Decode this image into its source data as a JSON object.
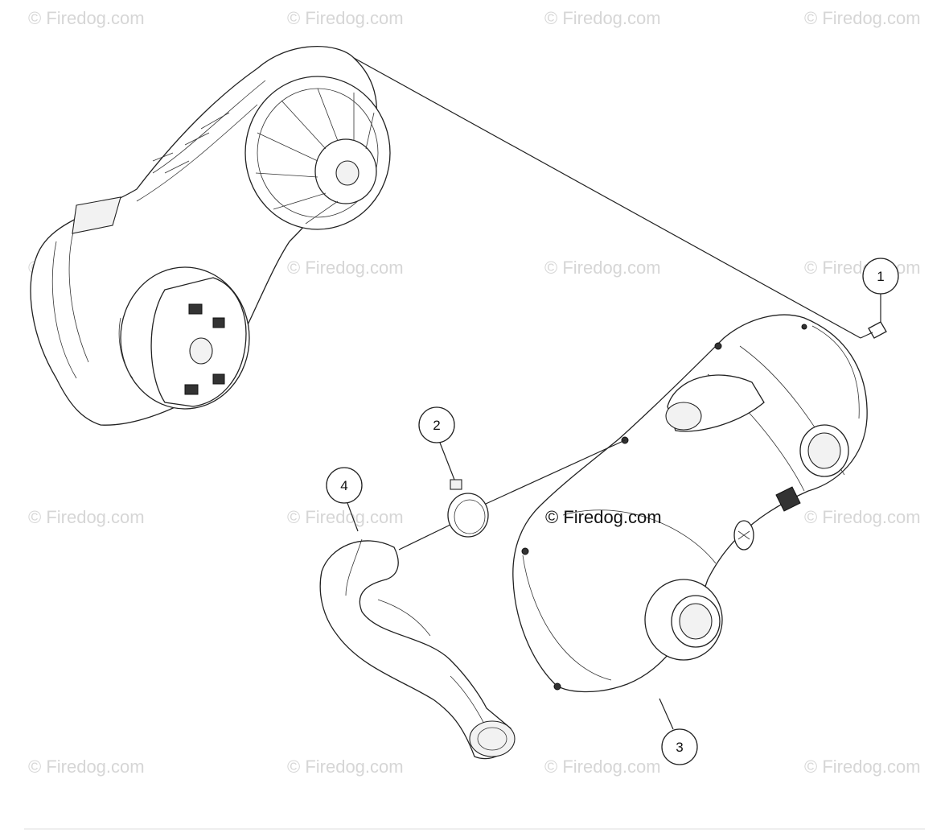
{
  "watermarks": {
    "text": "© Firedog.com",
    "center_text": "© Firedog.com"
  },
  "callouts": [
    {
      "id": "1",
      "label": "1"
    },
    {
      "id": "2",
      "label": "2"
    },
    {
      "id": "3",
      "label": "3"
    },
    {
      "id": "4",
      "label": "4"
    }
  ]
}
